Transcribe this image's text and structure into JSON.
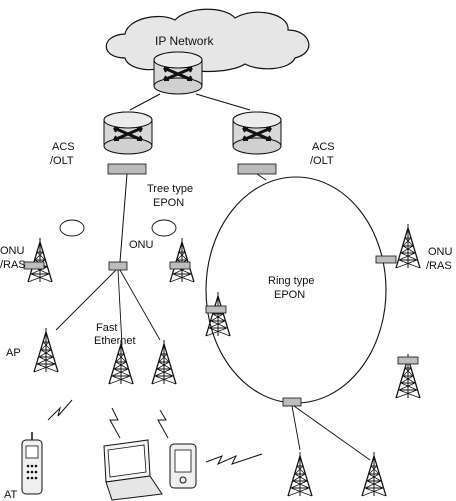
{
  "labels": {
    "ip_network": "IP Network",
    "acs_olt_left_1": "ACS",
    "acs_olt_left_2": "/OLT",
    "acs_olt_right_1": "ACS",
    "acs_olt_right_2": "/OLT",
    "tree_type_1": "Tree type",
    "tree_type_2": "EPON",
    "onu_center": "ONU",
    "onu_ras_left_1": "ONU",
    "onu_ras_left_2": "/RAS",
    "onu_ras_right_1": "ONU",
    "onu_ras_right_2": "/RAS",
    "ring_type_1": "Ring type",
    "ring_type_2": "EPON",
    "fast_ethernet_1": "Fast",
    "fast_ethernet_2": "Ethernet",
    "ap": "AP",
    "at": "AT"
  },
  "icons": [
    "cloud-icon",
    "router-icon",
    "tower-icon",
    "onu-box-icon",
    "phone-icon",
    "laptop-icon",
    "pda-icon",
    "wireless-link-icon"
  ]
}
